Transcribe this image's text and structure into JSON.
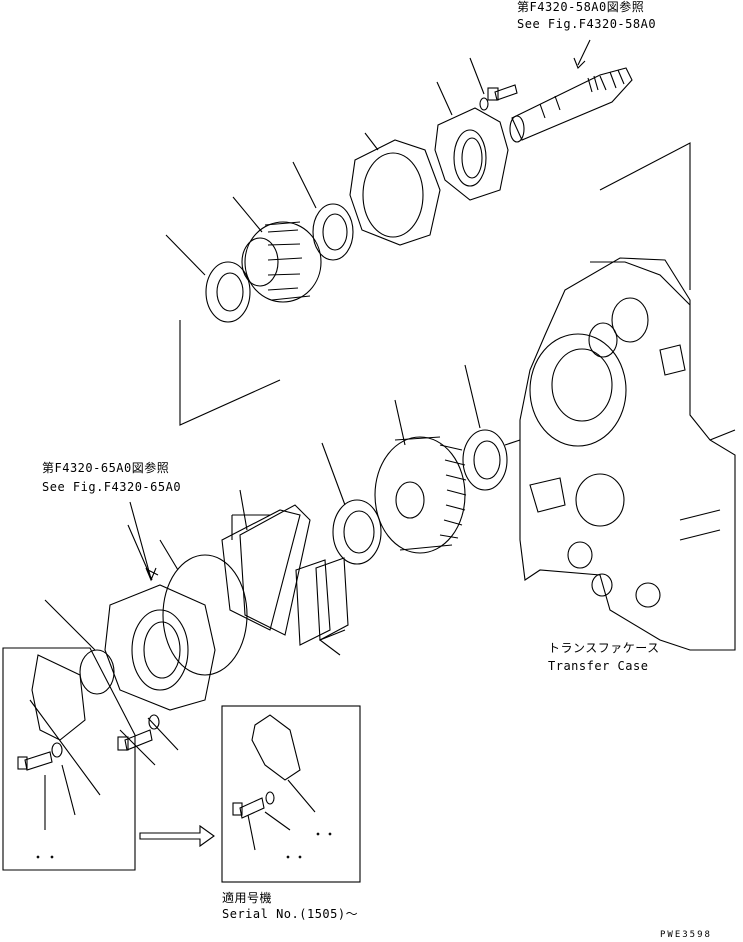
{
  "references": {
    "top_ja": "第F4320-58A0図参照",
    "top_en": "See Fig.F4320-58A0",
    "left_ja": "第F4320-65A0図参照",
    "left_en": "See Fig.F4320-65A0"
  },
  "transfer_case": {
    "label_ja": "トランスファケース",
    "label_en": "Transfer Case"
  },
  "serial": {
    "label_ja": "適用号機",
    "label_en": "Serial No.(1505)～"
  },
  "drawing_code": "PWE3598",
  "colors": {
    "line": "#000000",
    "background": "#ffffff"
  }
}
